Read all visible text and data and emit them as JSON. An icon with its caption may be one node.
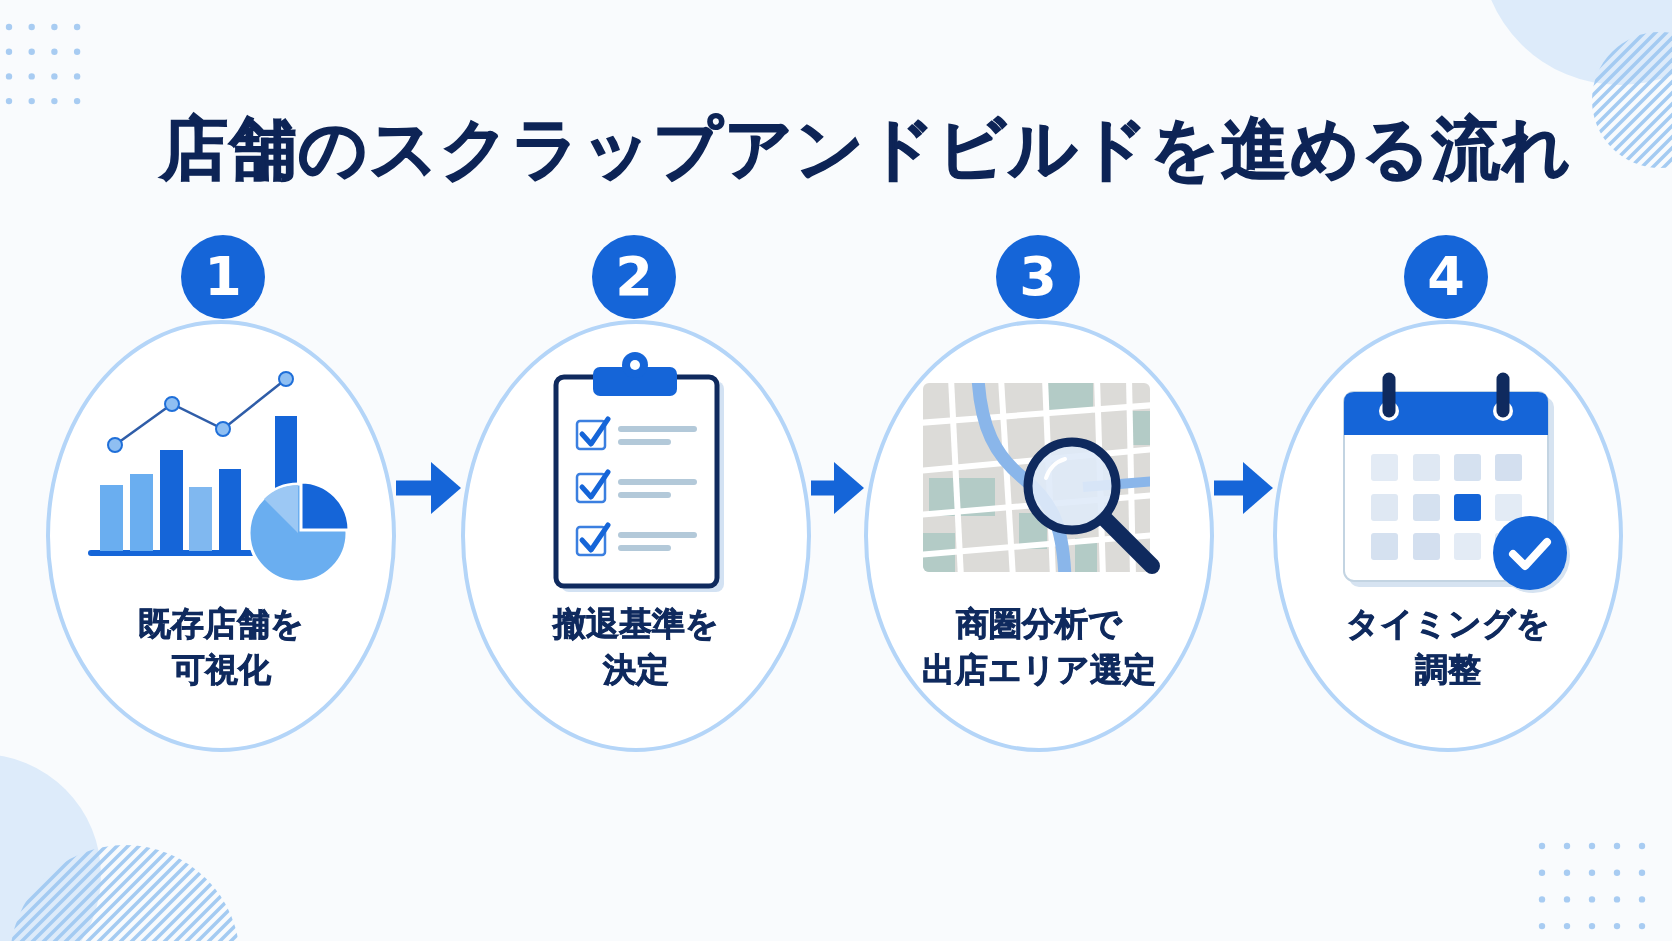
{
  "diagram": {
    "title": "店舗のスクラップアンドビルドを進める流れ",
    "nodes": [
      {
        "text": [
          "1"
        ]
      },
      {
        "text": [
          "既存店舗を可視化"
        ]
      },
      {
        "text": [
          "2"
        ]
      },
      {
        "text": [
          "撤退基準を決定"
        ]
      },
      {
        "text": [
          "3"
        ]
      },
      {
        "text": [
          "商圏分析で出店エリア選定"
        ]
      },
      {
        "text": [
          "4"
        ]
      },
      {
        "text": [
          "タイミングを調整"
        ]
      }
    ],
    "edges": [
      {
        "from": 1,
        "to": 3,
        "arrow": "to"
      },
      {
        "from": 3,
        "to": 5,
        "arrow": "to"
      },
      {
        "from": 5,
        "to": 7,
        "arrow": "to"
      }
    ]
  }
}
